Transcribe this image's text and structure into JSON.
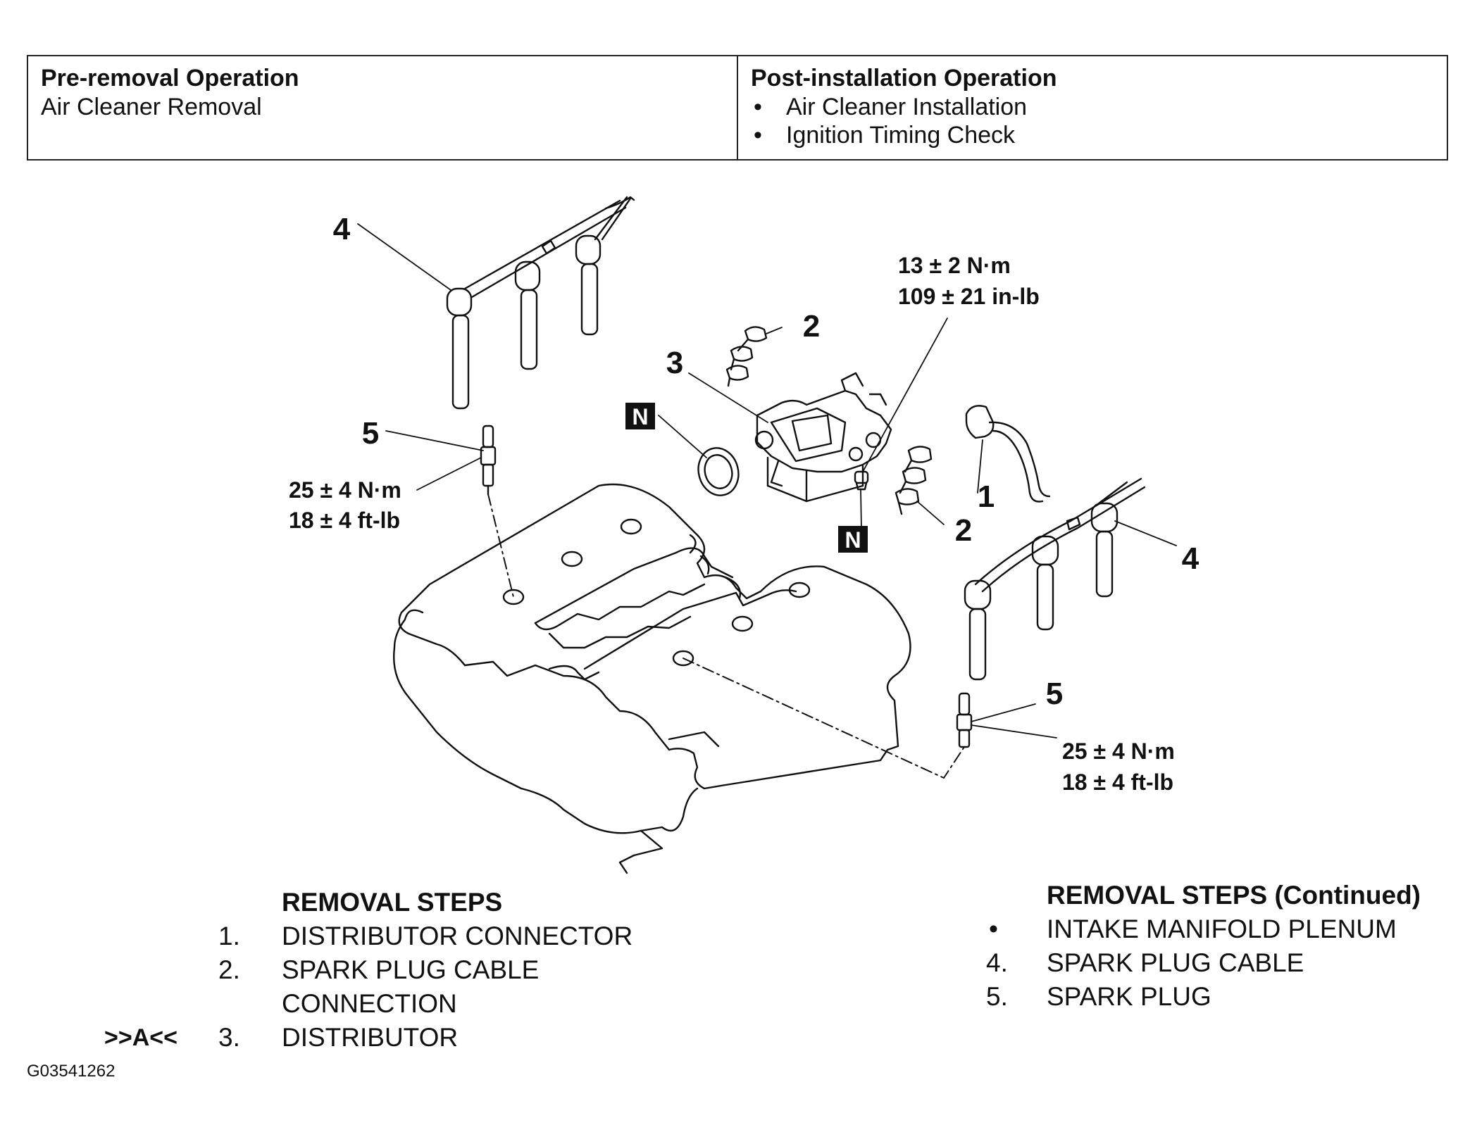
{
  "ops_table": {
    "pre_title": "Pre-removal Operation",
    "pre_items": [
      "Air Cleaner Removal"
    ],
    "post_title": "Post-installation Operation",
    "post_items": [
      "Air Cleaner Installation",
      "Ignition Timing Check"
    ]
  },
  "diagram": {
    "callouts": {
      "spark_cable_left": "4",
      "spark_plug_left": "5",
      "clip_upper": "2",
      "distributor": "3",
      "connector": "1",
      "clip_lower": "2",
      "spark_cable_right": "4",
      "spark_plug_right": "5"
    },
    "torques": {
      "distributor_line1": "13 ± 2 N·m",
      "distributor_line2": "109 ± 21 in-lb",
      "plug_left_line1": "25 ± 4 N·m",
      "plug_left_line2": "18 ± 4 ft-lb",
      "plug_right_line1": "25 ± 4 N·m",
      "plug_right_line2": "18 ± 4 ft-lb"
    },
    "badge_label": "N"
  },
  "removal_steps": {
    "title": "REMOVAL STEPS",
    "items": [
      {
        "num": "1.",
        "lines": [
          "DISTRIBUTOR CONNECTOR"
        ]
      },
      {
        "num": "2.",
        "lines": [
          "SPARK PLUG CABLE",
          "CONNECTION"
        ]
      },
      {
        "num": "3.",
        "lines": [
          "DISTRIBUTOR"
        ],
        "marker": ">>A<<"
      }
    ]
  },
  "removal_steps_continued": {
    "title": "REMOVAL STEPS (Continued)",
    "items": [
      {
        "num": "•",
        "lines": [
          "INTAKE MANIFOLD PLENUM"
        ]
      },
      {
        "num": "4.",
        "lines": [
          "SPARK PLUG CABLE"
        ]
      },
      {
        "num": "5.",
        "lines": [
          "SPARK PLUG"
        ]
      }
    ]
  },
  "figure_id": "G03541262"
}
